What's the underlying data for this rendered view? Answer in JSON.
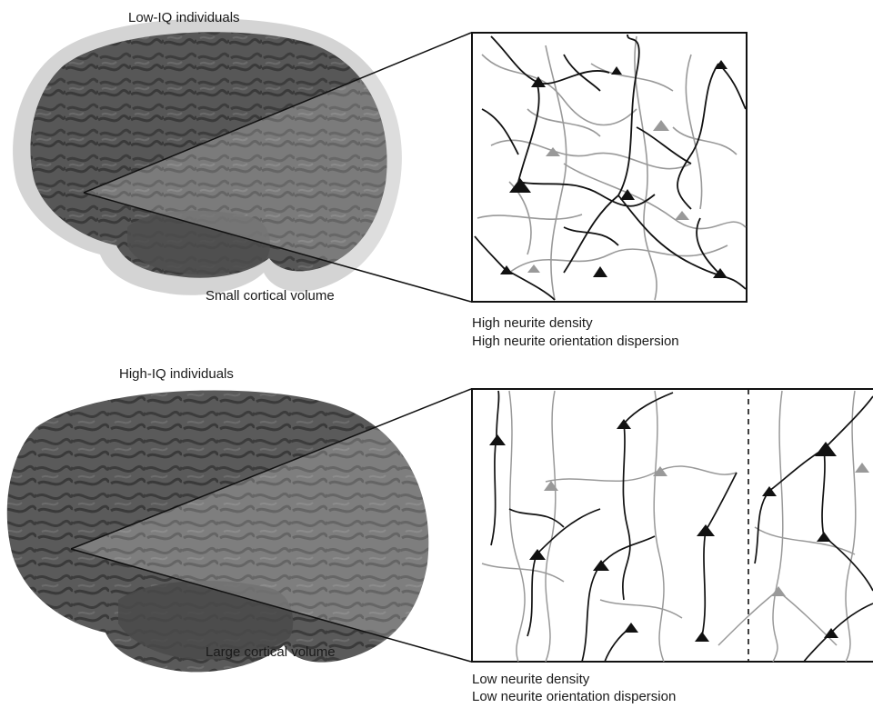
{
  "top_panel": {
    "group_label": "Low-IQ individuals",
    "volume_label": "Small cortical volume",
    "density_label": "High neurite density",
    "dispersion_label": "High neurite orientation dispersion"
  },
  "bottom_panel": {
    "group_label": "High-IQ individuals",
    "volume_label": "Large cortical volume",
    "density_label": "Low neurite density",
    "dispersion_label": "Low neurite orientation dispersion"
  },
  "colors": {
    "brain_fill": "#555555",
    "brain_halo": "#d4d4d4",
    "neuron_dark": "#111111",
    "neuron_light": "#999999"
  }
}
